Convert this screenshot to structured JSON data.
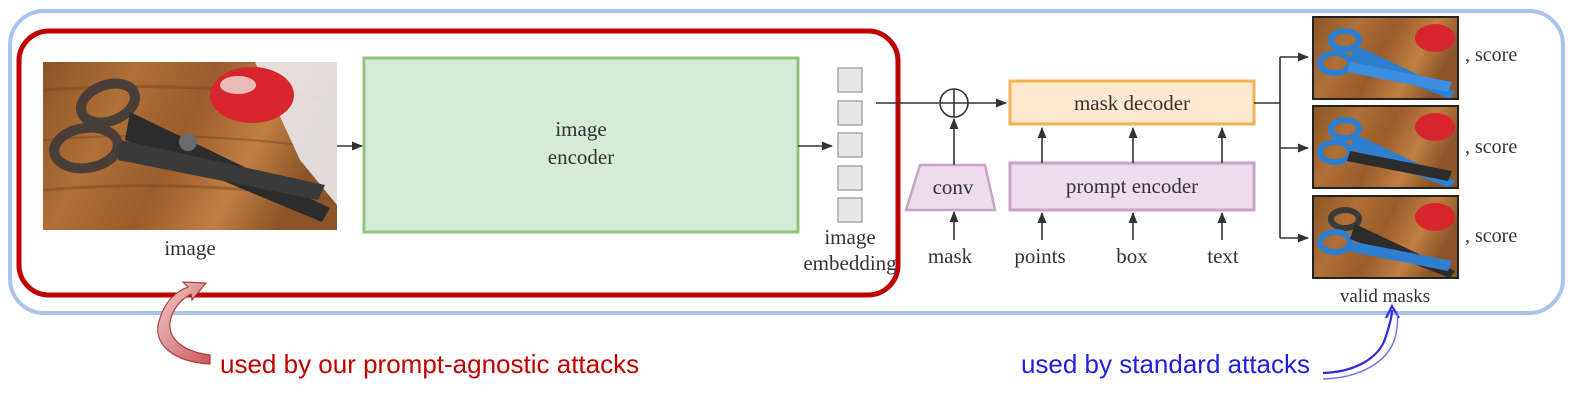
{
  "labels": {
    "image": "image",
    "image_encoder_line1": "image",
    "image_encoder_line2": "encoder",
    "embedding_line1": "image",
    "embedding_line2": "embedding",
    "conv": "conv",
    "mask": "mask",
    "mask_decoder": "mask decoder",
    "prompt_encoder": "prompt encoder",
    "points": "points",
    "box": "box",
    "text": "text",
    "score_1": ", score",
    "score_2": ", score",
    "score_3": ", score",
    "valid_masks": "valid masks"
  },
  "annotations": {
    "prompt_agnostic": "used by our prompt-agnostic attacks",
    "standard": "used by standard attacks"
  },
  "colors": {
    "outer_frame": "#a9c4f0",
    "attack_frame": "#c00000",
    "encoder_fill": "#d6ebd6",
    "encoder_stroke": "#8cc47e",
    "decoder_fill": "#fde9cf",
    "decoder_stroke": "#f4b155",
    "prompt_fill": "#ecdcec",
    "prompt_stroke": "#c9a2c9",
    "red_text": "#c00000",
    "blue_text": "#1f1fe0"
  }
}
